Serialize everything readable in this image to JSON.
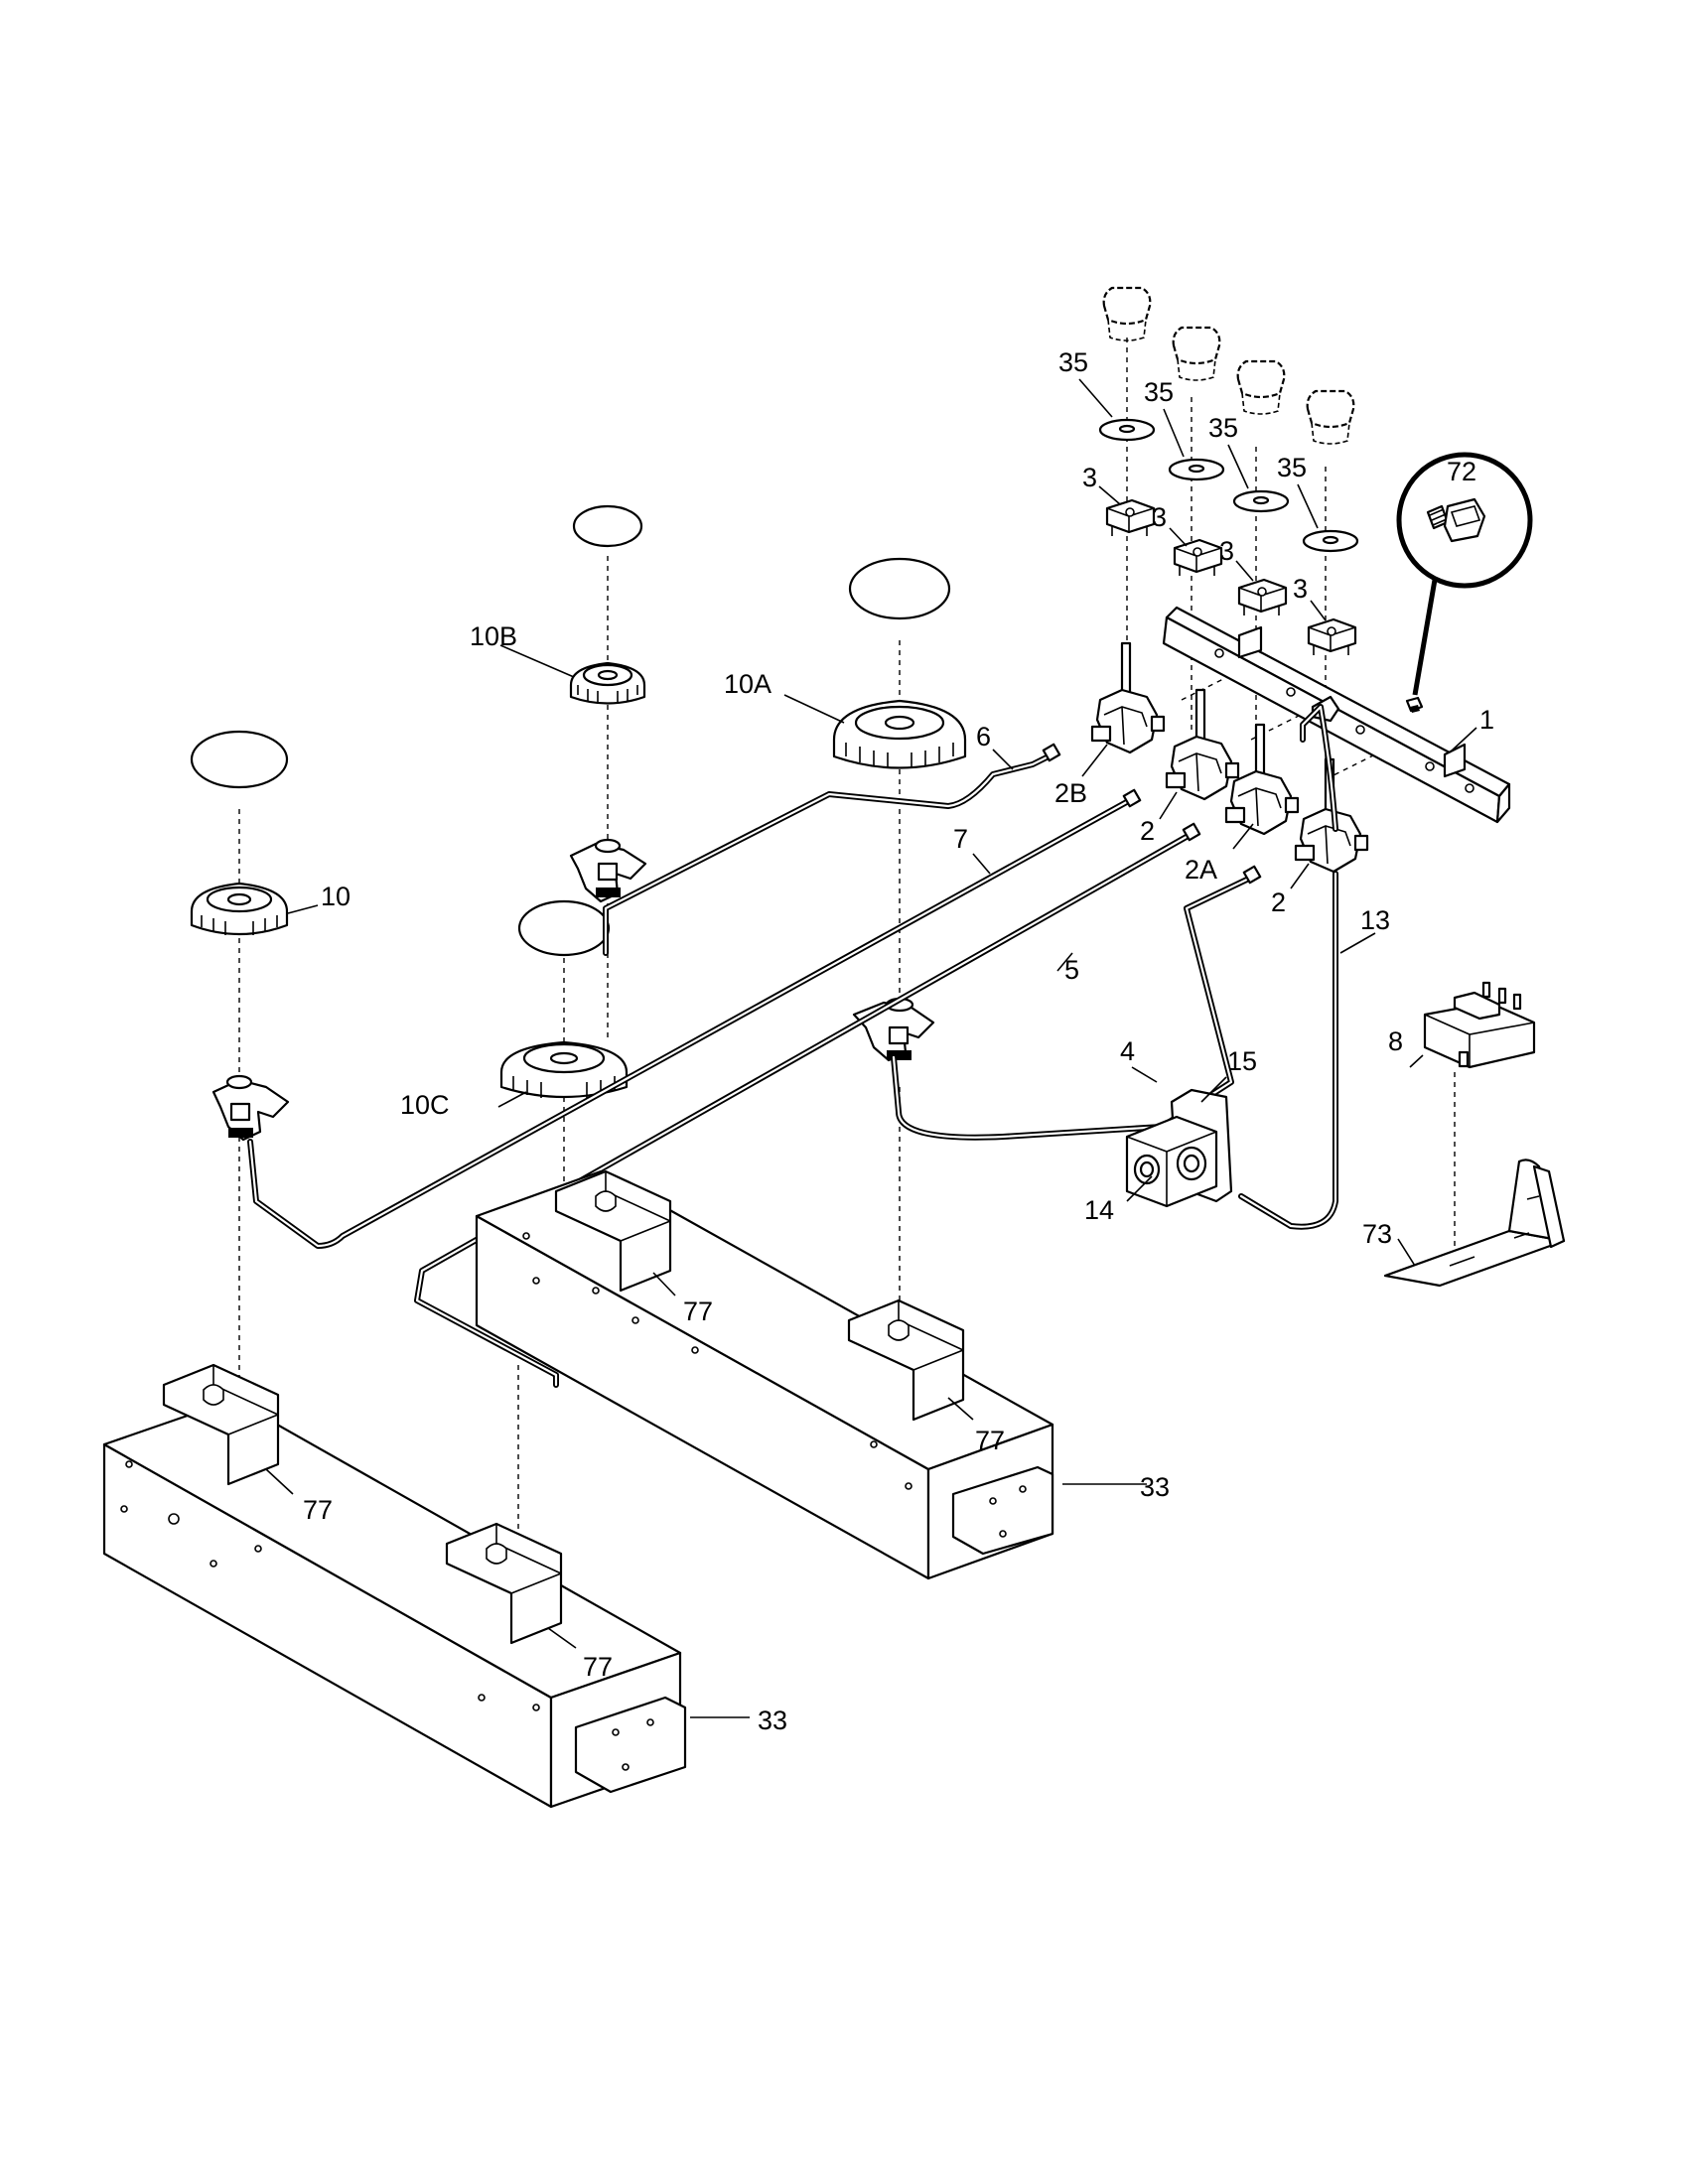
{
  "labels": {
    "l_1": "1",
    "l_2_a": "2",
    "l_2_b": "2",
    "l_2A": "2A",
    "l_2B": "2B",
    "l_3_a": "3",
    "l_3_b": "3",
    "l_3_c": "3",
    "l_3_d": "3",
    "l_4": "4",
    "l_5": "5",
    "l_6": "6",
    "l_7": "7",
    "l_8": "8",
    "l_10": "10",
    "l_10A": "10A",
    "l_10B": "10B",
    "l_10C": "10C",
    "l_13": "13",
    "l_14": "14",
    "l_15": "15",
    "l_33_a": "33",
    "l_33_b": "33",
    "l_35_a": "35",
    "l_35_b": "35",
    "l_35_c": "35",
    "l_35_d": "35",
    "l_72": "72",
    "l_73": "73",
    "l_77_a": "77",
    "l_77_b": "77",
    "l_77_c": "77",
    "l_77_d": "77"
  }
}
